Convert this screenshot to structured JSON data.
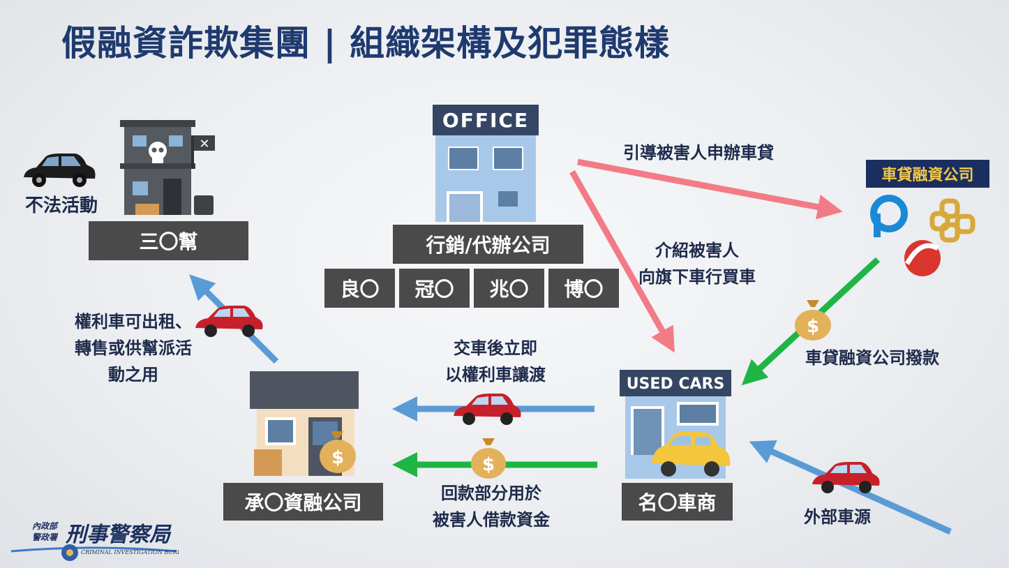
{
  "title": "假融資詐欺集團 | 組織架構及犯罪態樣",
  "gang": {
    "name": "三〇幫",
    "activity": "不法活動"
  },
  "office": {
    "sign": "OFFICE",
    "name": "行銷/代辦公司",
    "branches": [
      "良〇",
      "冠〇",
      "兆〇",
      "博〇"
    ]
  },
  "loan_company": {
    "title": "車貸融資公司"
  },
  "dealer": {
    "sign": "USED CARS",
    "name": "名〇車商"
  },
  "finance": {
    "name": "承〇資融公司"
  },
  "labels": {
    "guide": "引導被害人申辦車貸",
    "introduce": "介紹被害人\n向旗下車行買車",
    "payout": "車貸融資公司撥款",
    "handover": "交車後立即\n以權利車讓渡",
    "refund": "回款部分用於\n被害人借款資金",
    "rental": "權利車可出租、\n轉售或供幫派活\n動之用",
    "external": "外部車源"
  },
  "agency": {
    "line1": "內政部",
    "line2": "警政署",
    "name": "刑事警察局",
    "english": "CRIMINAL INVESTIGATION BUREAU"
  },
  "colors": {
    "pink": "#f27b86",
    "green": "#1fb545",
    "blue": "#5b9bd5",
    "navy": "#1b2f5e",
    "title": "#1f3a6e",
    "box": "#4a4a4a"
  }
}
